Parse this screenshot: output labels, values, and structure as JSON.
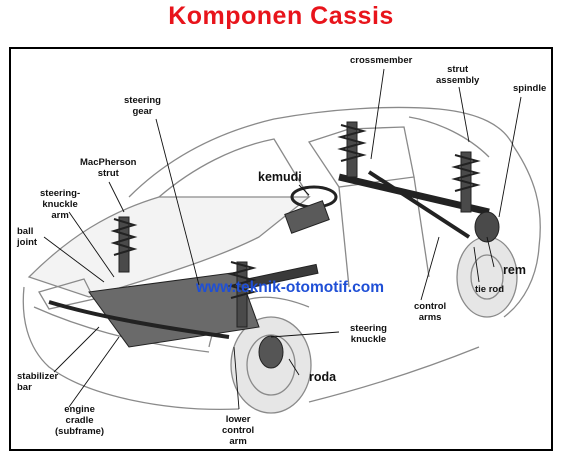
{
  "title": "Komponen Cassis",
  "watermark": "www.teknik-otomotif.com",
  "colors": {
    "title": "#e8141b",
    "watermark": "#1f4fd6",
    "car_line": "#8a8a8a",
    "car_fill": "#ececec",
    "metal": "#3a3a3a"
  },
  "labels": {
    "crossmember": "crossmember",
    "strut_assembly": "strut\nassembly",
    "spindle": "spindle",
    "steering_gear": "steering\ngear",
    "macpherson_strut": "MacPherson\nstrut",
    "kemudi": "kemudi",
    "steering_knuckle_arm": "steering-\nknuckle\narm",
    "ball_joint": "ball\njoint",
    "rem": "rem",
    "tie_rod": "tie rod",
    "control_arms": "control\narms",
    "steering_knuckle": "steering\nknuckle",
    "roda": "roda",
    "stabilizer_bar": "stabilizer\nbar",
    "engine_cradle": "engine\ncradle\n(subframe)",
    "lower_control_arm": "lower\ncontrol\narm"
  }
}
